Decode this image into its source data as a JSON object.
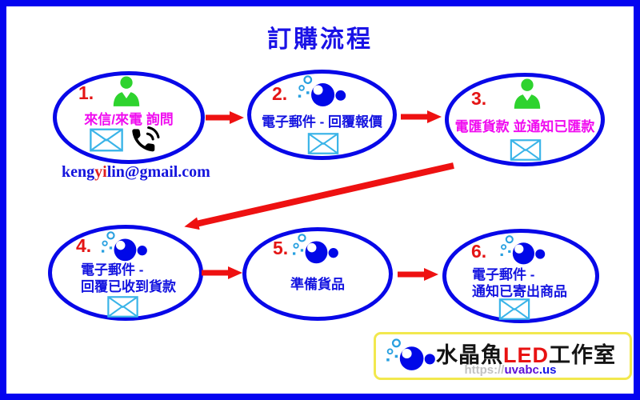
{
  "title": "訂購流程",
  "contact_email": {
    "part_blue1": "keng",
    "part_red": "yi",
    "part_blue2": "lin@gmail.com"
  },
  "steps": [
    {
      "number": "1.",
      "label": "來信/來電 詢問",
      "icon": "person-icon",
      "extras": [
        "envelope-icon",
        "phone-icon"
      ]
    },
    {
      "number": "2.",
      "label": "電子郵件 - 回覆報價",
      "icon": "fish-logo-icon",
      "extras": [
        "envelope-icon"
      ]
    },
    {
      "number": "3.",
      "label": "電匯貨款 並通知已匯款",
      "icon": "person-icon",
      "extras": [
        "envelope-icon"
      ]
    },
    {
      "number": "4.",
      "label_line1": "電子郵件 -",
      "label_line2": "回覆已收到貨款",
      "icon": "fish-logo-icon",
      "extras": [
        "envelope-icon"
      ]
    },
    {
      "number": "5.",
      "label": "準備貨品",
      "icon": "fish-logo-icon",
      "extras": []
    },
    {
      "number": "6.",
      "label_line1": "電子郵件 -",
      "label_line2": "通知已寄出商品",
      "icon": "fish-logo-icon",
      "extras": [
        "envelope-icon"
      ]
    }
  ],
  "logo": {
    "name_black1": "水晶魚",
    "name_red": "LED",
    "name_black2": "工作室",
    "url_gray": "https://",
    "url_purple": "uvabc",
    "url_blue": ".us"
  },
  "colors": {
    "frame_blue": "#0404f0",
    "ellipse_blue": "#0808e8",
    "arrow_red": "#ee1111",
    "step_number_red": "#e41414",
    "magenta_text": "#f00cf0",
    "blue_text": "#1414e0",
    "person_green": "#2ed32e",
    "envelope_cyan": "#3ab4e8",
    "fish_blue": "#0008e8",
    "bubble_cyan": "#28a0e0",
    "logo_border_yellow": "#f2e84e",
    "url_purple": "#5c10d8",
    "url_gray": "#c2c2c2"
  }
}
